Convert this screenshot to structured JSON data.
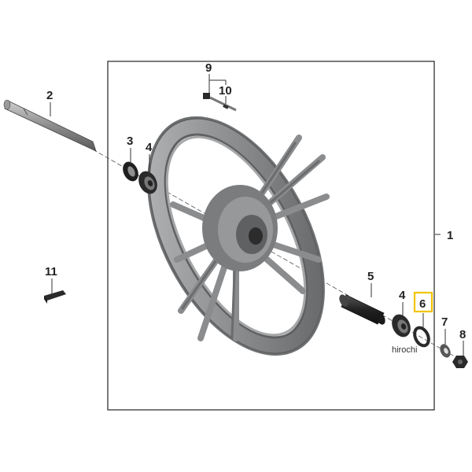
{
  "callouts": [
    {
      "id": "1",
      "text": "1"
    },
    {
      "id": "2",
      "text": "2"
    },
    {
      "id": "3",
      "text": "3"
    },
    {
      "id": "4a",
      "text": "4"
    },
    {
      "id": "4b",
      "text": "4"
    },
    {
      "id": "5",
      "text": "5"
    },
    {
      "id": "6",
      "text": "6",
      "highlighted": true
    },
    {
      "id": "7",
      "text": "7"
    },
    {
      "id": "8",
      "text": "8"
    },
    {
      "id": "9",
      "text": "9"
    },
    {
      "id": "10",
      "text": "10"
    },
    {
      "id": "11",
      "text": "11"
    }
  ],
  "watermark": "hirochi",
  "colors": {
    "highlight": "#f0c400",
    "wheel": "#8a8c8e",
    "wheel_dark": "#5e6062",
    "part_dark": "#2c2c2c",
    "frame": "#222222"
  }
}
